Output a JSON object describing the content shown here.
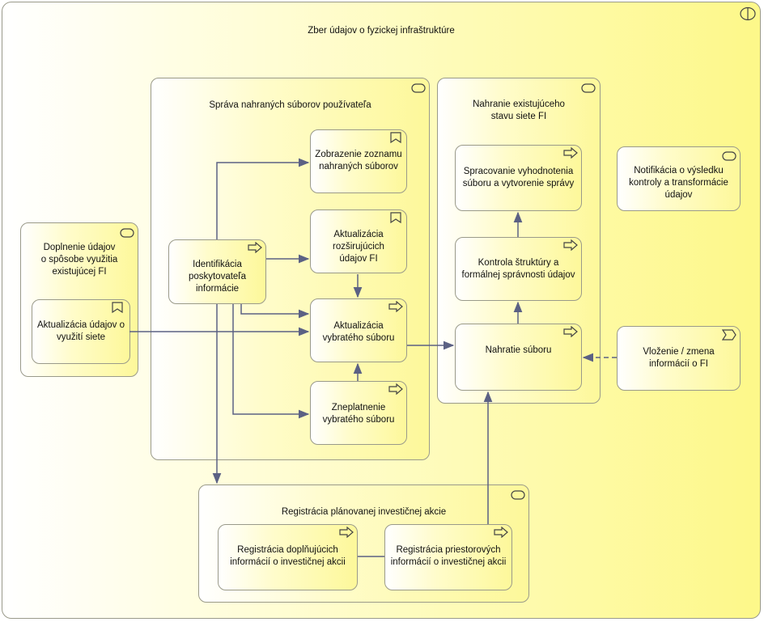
{
  "diagram": {
    "root": {
      "title": "Zber údajov o fyzickej infraštruktúre"
    },
    "left_group": {
      "title": [
        "Doplnenie údajov",
        "o spôsobe využitia",
        "existujúcej FI"
      ]
    },
    "update_usage": {
      "label": [
        "Aktualizácia údajov o",
        "využití siete"
      ]
    },
    "center_group": {
      "title": "Správa nahraných súborov používateľa"
    },
    "show_list": {
      "label": [
        "Zobrazenie zoznamu",
        "nahraných súborov"
      ]
    },
    "update_extended": {
      "label": [
        "Aktualizácia",
        "rozširujúcich",
        "údajov FI"
      ]
    },
    "identification": {
      "label": [
        "Identifikácia",
        "poskytovateľa",
        "informácie"
      ]
    },
    "update_selected": {
      "label": [
        "Aktualizácia",
        "vybratého súboru"
      ]
    },
    "invalidate": {
      "label": [
        "Zneplatnenie",
        "vybratého súboru"
      ]
    },
    "upload_group": {
      "title": [
        "Nahranie existujúceho",
        "stavu siete FI"
      ]
    },
    "process_eval": {
      "label": [
        "Spracovanie vyhodnotenia",
        "súboru a vytvorenie správy"
      ]
    },
    "structure_check": {
      "label": [
        "Kontrola štruktúry a",
        "formálnej správnosti údajov"
      ]
    },
    "upload_file": {
      "label": "Nahratie súboru"
    },
    "notification": {
      "label": [
        "Notifikácia o výsledku",
        "kontroly a transformácie",
        "údajov"
      ]
    },
    "insert_change": {
      "label": [
        "Vloženie / zmena",
        "informácií o FI"
      ]
    },
    "registration_group": {
      "title": "Registrácia plánovanej investičnej akcie"
    },
    "reg_supplementary": {
      "label": [
        "Registrácia doplňujúcich",
        "informácií o investičnej akcii"
      ]
    },
    "reg_spatial": {
      "label": [
        "Registrácia priestorových",
        "informácií o investičnej akcii"
      ]
    }
  }
}
